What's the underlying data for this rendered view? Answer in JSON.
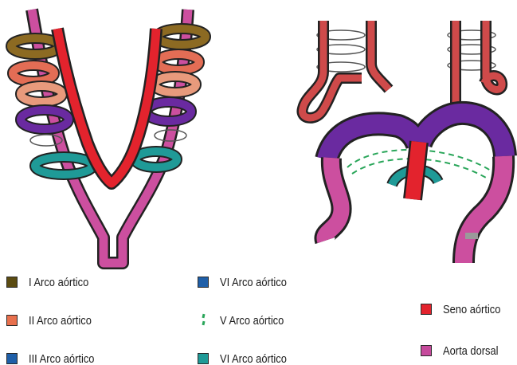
{
  "legend": [
    {
      "label": "I Arco aórtico",
      "color": "#5b4c12",
      "style": "square"
    },
    {
      "label": "II Arco aórtico",
      "color": "#e8704d",
      "style": "square"
    },
    {
      "label": "III Arco aórtico",
      "color": "#1f5fa8",
      "style": "square"
    },
    {
      "label": "VI Arco aórtico",
      "color": "#1f5fa8",
      "style": "square"
    },
    {
      "label": "V Arco aórtico",
      "color": "#2aa65a",
      "style": "dashed"
    },
    {
      "label": "VI Arco aórtico",
      "color": "#1f9a97",
      "style": "square"
    },
    {
      "label": "Seno aórtico",
      "color": "#e3232d",
      "style": "square"
    },
    {
      "label": "Aorta dorsal",
      "color": "#c64a9c",
      "style": "square"
    }
  ],
  "colors": {
    "arch1": "#8c6a22",
    "arch2": "#e36d55",
    "arch3": "#e89a7c",
    "arch4": "#6a2aa0",
    "arch6": "#1f9a97",
    "arch5": "#2aa65a",
    "sinus": "#e3232d",
    "dorsal": "#cc4f9f",
    "carotid": "#cf4a4a"
  }
}
